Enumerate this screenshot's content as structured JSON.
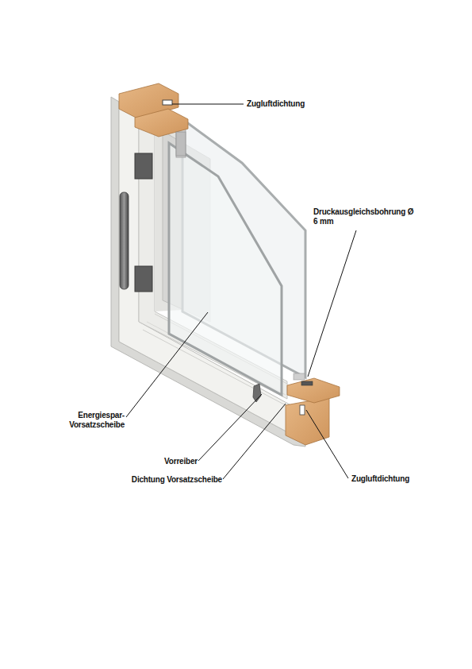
{
  "diagram": {
    "labels": [
      "Zugluftdichtung",
      "Druckausgleichsbohrung Ø 6 mm",
      "Energiespar- Vorsatzscheibe",
      "Vorreiber",
      "Dichtung Vorsatzscheibe",
      "Zugluftdichtung"
    ]
  }
}
